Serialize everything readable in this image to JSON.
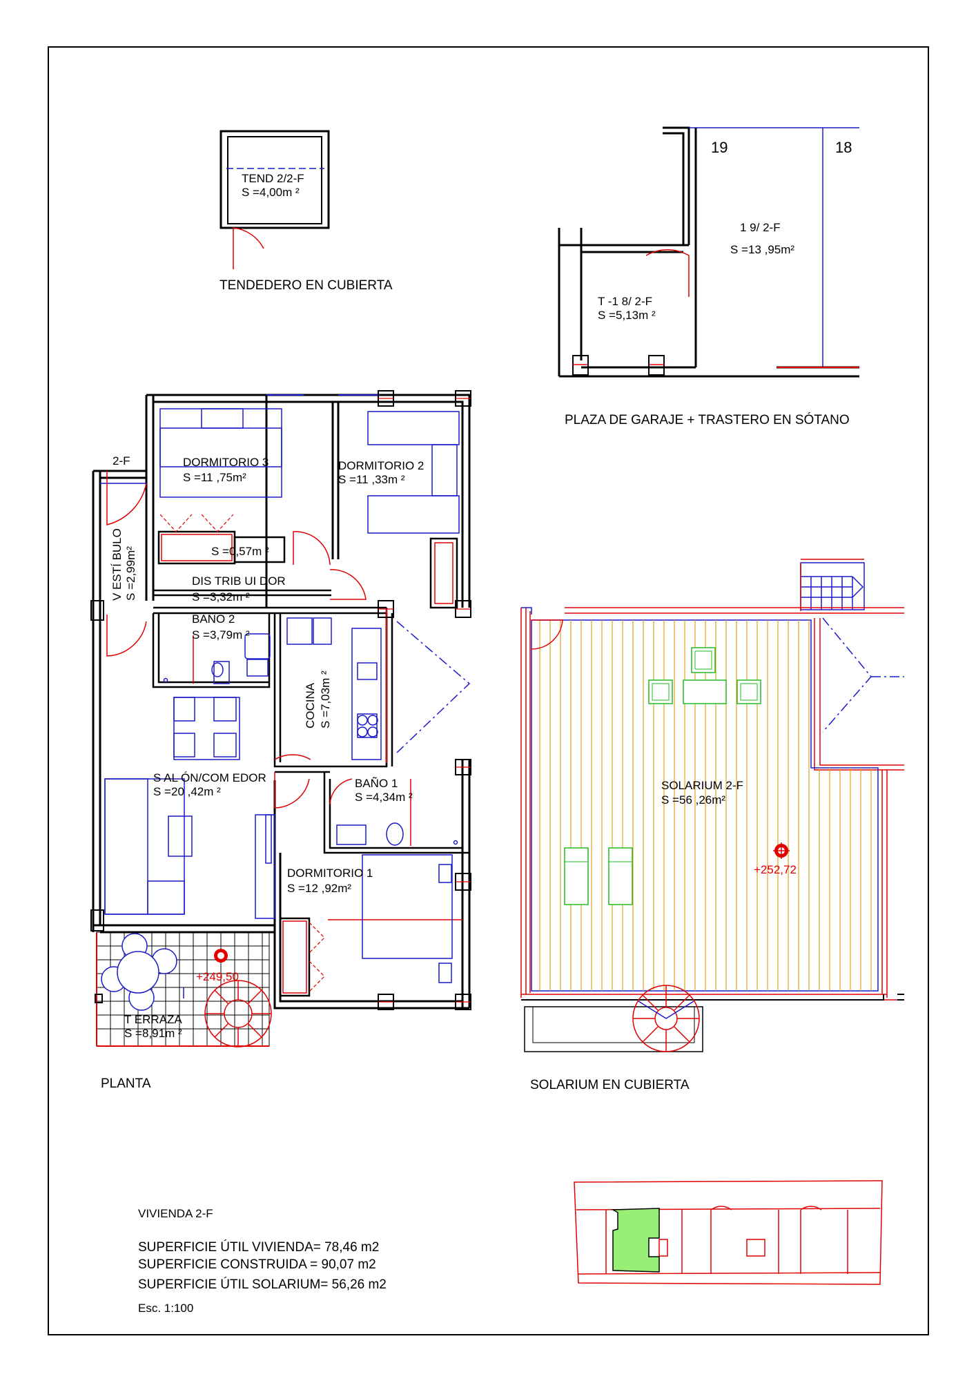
{
  "sheet": {
    "title": "VIVIENDA 2-F",
    "summary": [
      "SUPERFICIE ÚTIL VIVIENDA= 78,46 m2",
      "SUPERFICIE CONSTRUIDA = 90,07 m2",
      "SUPERFICIE ÚTIL SOLARIUM= 56,26 m2"
    ],
    "scale": "Esc. 1:100"
  },
  "captions": {
    "tendedero": "TENDEDERO EN CUBIERTA",
    "garaje": "PLAZA DE GARAJE + TRASTERO EN SÓTANO",
    "planta": "PLANTA",
    "solarium": "SOLARIUM EN CUBIERTA"
  },
  "tendedero": {
    "name": "TEND 2/2-F",
    "area": "S =4,00m ²"
  },
  "garage": {
    "slot_left": "19",
    "slot_right": "18",
    "space_name": "1 9/ 2-F",
    "space_area": "S =13 ,95m²",
    "storage_name": "T -1 8/ 2-F",
    "storage_area": "S =5,13m ²"
  },
  "plan": {
    "unit_label": "2-F",
    "rooms": {
      "dormitorio3": {
        "name": "DORMITORIO 3",
        "area": "S =11 ,75m²"
      },
      "dormitorio2": {
        "name": "DORMITORIO 2",
        "area": "S =11 ,33m ²"
      },
      "armario": {
        "area": "S =0,57m ²"
      },
      "vestibulo": {
        "name": "V ESTÍ BULO",
        "area": "S =2,99m²"
      },
      "distribuidor": {
        "name": "DIS TRIB UI DOR",
        "area": "S =3,32m ²"
      },
      "bano2": {
        "name": "BAÑO 2",
        "area": "S =3,79m ²"
      },
      "cocina": {
        "name": "COCINA",
        "area": "S =7,03m ²"
      },
      "salon": {
        "name": "S AL ÓN/COM EDOR",
        "area": "S =20 ,42m ²"
      },
      "bano1": {
        "name": "BAÑO 1",
        "area": "S =4,34m ²"
      },
      "dormitorio1": {
        "name": "DORMITORIO 1",
        "area": "S =12 ,92m²"
      },
      "terraza": {
        "name": "T ERRAZA",
        "area": "S =8,91m ²"
      }
    },
    "level": "+249,50"
  },
  "solarium": {
    "name": "SOLARIUM 2-F",
    "area": "S =56 ,26m²",
    "level": "+252,72"
  },
  "colors": {
    "walls": "#000000",
    "furniture": "#1a1acc",
    "doors": "#e00000",
    "deck": "#e6a020",
    "outdoor_furniture": "#22bb22",
    "key_highlight": "#99ee77"
  }
}
